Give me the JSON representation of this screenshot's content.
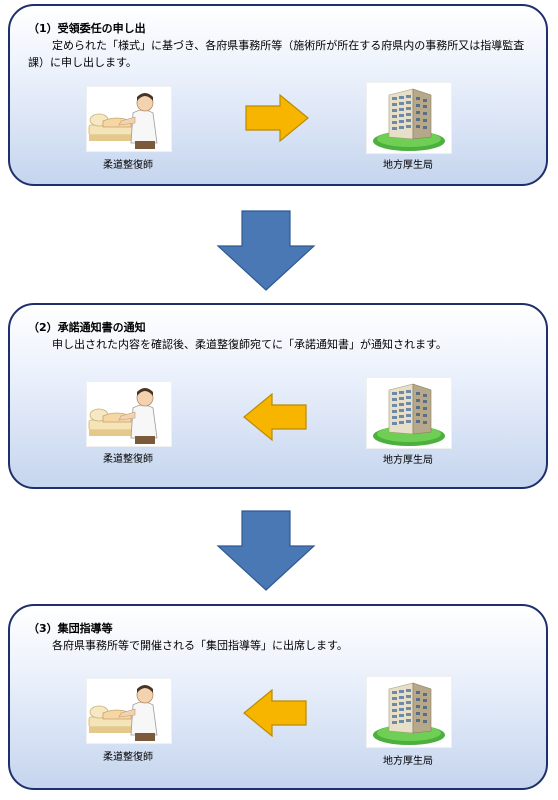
{
  "steps": [
    {
      "title": "（1）受領委任の申し出",
      "description": "定められた「様式」に基づき、各府県事務所等（施術所が所在する府県内の事務所又は指導監査課）に申し出します。",
      "left_label": "柔道整復師",
      "right_label": "地方厚生局",
      "arrow_direction": "right"
    },
    {
      "title": "（2）承諾通知書の通知",
      "description": "申し出された内容を確認後、柔道整復師宛てに「承諾通知書」が通知されます。",
      "left_label": "柔道整復師",
      "right_label": "地方厚生局",
      "arrow_direction": "left"
    },
    {
      "title": "（3）集団指導等",
      "description": "各府県事務所等で開催される「集団指導等」に出席します。",
      "left_label": "柔道整復師",
      "right_label": "地方厚生局",
      "arrow_direction": "left"
    }
  ],
  "colors": {
    "panel_border": "#1f2f6b",
    "flow_arrow": "#4a78b4",
    "side_arrow": "#f7b500"
  },
  "icons": {
    "practitioner": "practitioner-treating-patient-icon",
    "office": "office-building-icon"
  }
}
